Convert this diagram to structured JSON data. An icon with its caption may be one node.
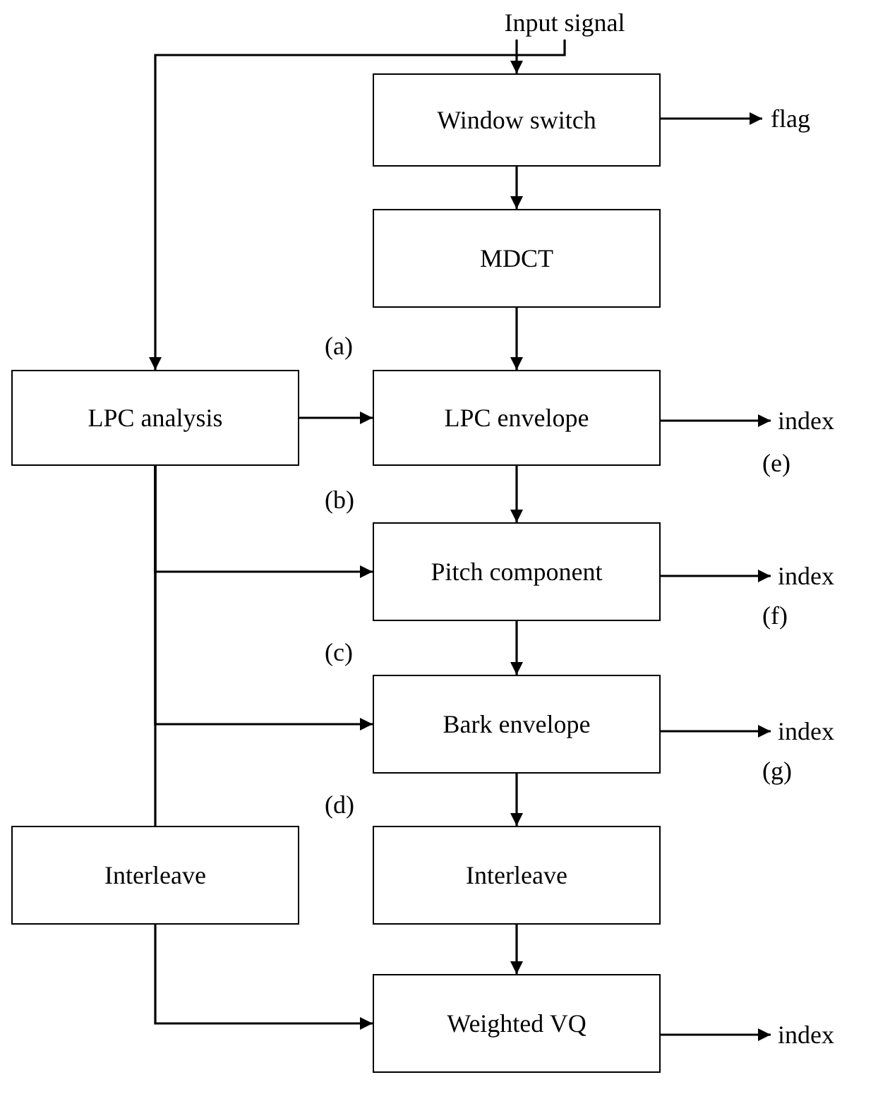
{
  "diagram": {
    "nodes": [
      {
        "text": [
          "Input signal"
        ]
      },
      {
        "text": [
          "Window switch"
        ]
      },
      {
        "text": [
          "flag"
        ]
      },
      {
        "text": [
          "MDCT"
        ]
      },
      {
        "text": [
          "LPC analysis"
        ]
      },
      {
        "text": [
          "LPC envelope"
        ]
      },
      {
        "text": [
          "index"
        ]
      },
      {
        "text": [
          "Pitch component"
        ]
      },
      {
        "text": [
          "index"
        ]
      },
      {
        "text": [
          "Bark envelope"
        ]
      },
      {
        "text": [
          "index"
        ]
      },
      {
        "text": [
          "Interleave"
        ]
      },
      {
        "text": [
          "Interleave"
        ]
      },
      {
        "text": [
          "Weighted VQ"
        ]
      },
      {
        "text": [
          "index"
        ]
      }
    ],
    "edges": [
      {
        "from": 0,
        "to": 1,
        "arrow": "to"
      },
      {
        "from": 0,
        "to": 4,
        "arrow": "to"
      },
      {
        "from": 1,
        "to": 2,
        "arrow": "to"
      },
      {
        "from": 1,
        "to": 3,
        "arrow": "to"
      },
      {
        "from": 3,
        "to": 5,
        "arrow": "to"
      },
      {
        "from": 4,
        "to": 5,
        "arrow": "to"
      },
      {
        "from": 5,
        "to": 6,
        "arrow": "to"
      },
      {
        "from": 5,
        "to": 7,
        "arrow": "to"
      },
      {
        "from": 4,
        "to": 7,
        "arrow": "to"
      },
      {
        "from": 7,
        "to": 8,
        "arrow": "to"
      },
      {
        "from": 7,
        "to": 9,
        "arrow": "to"
      },
      {
        "from": 4,
        "to": 9,
        "arrow": "to"
      },
      {
        "from": 9,
        "to": 10,
        "arrow": "to"
      },
      {
        "from": 4,
        "to": 11,
        "arrow": "none"
      },
      {
        "from": 9,
        "to": 12,
        "arrow": "to"
      },
      {
        "from": 11,
        "to": 13,
        "arrow": "to"
      },
      {
        "from": 12,
        "to": 13,
        "arrow": "to"
      },
      {
        "from": 13,
        "to": 14,
        "arrow": "to"
      }
    ],
    "labels": [
      "(a)",
      "(b)",
      "(e)",
      "(c)",
      "(f)",
      "(d)",
      "(g)"
    ]
  }
}
